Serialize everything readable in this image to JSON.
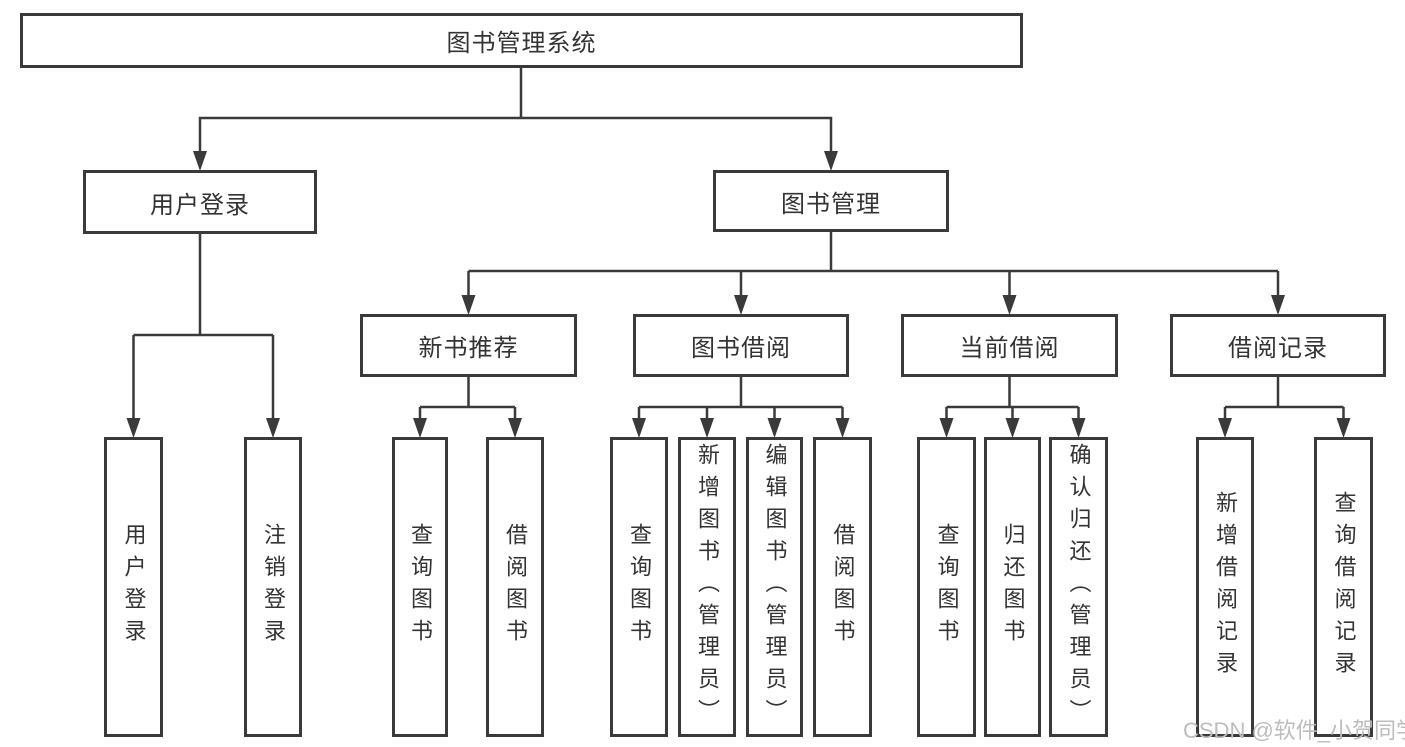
{
  "diagram": {
    "title": "图书管理系统",
    "watermark": "CSDN @软件_小贺同学",
    "colors": {
      "line": "#3a3a3a",
      "node_border": "#3a3a3a",
      "node_text": "#333333",
      "node_fill": "#ffffff",
      "watermark_text": "#bdbdbd",
      "background": "#ffffff"
    },
    "nodes": {
      "root": {
        "label": "图书管理系统"
      },
      "user_login": {
        "label": "用户登录"
      },
      "book_mgmt": {
        "label": "图书管理"
      },
      "new_book_rec": {
        "label": "新书推荐"
      },
      "book_borrow": {
        "label": "图书借阅"
      },
      "current_borrow": {
        "label": "当前借阅"
      },
      "borrow_records": {
        "label": "借阅记录"
      },
      "leaf_user_login": {
        "label": "用户登录"
      },
      "leaf_logout": {
        "label": "注销登录"
      },
      "leaf_nbr_query_book": {
        "label": "查询图书"
      },
      "leaf_nbr_borrow_book": {
        "label": "借阅图书"
      },
      "leaf_bb_query_book": {
        "label": "查询图书"
      },
      "leaf_bb_add_book": {
        "label": "新增图书（管理员）"
      },
      "leaf_bb_edit_book": {
        "label": "编辑图书（管理员）"
      },
      "leaf_bb_borrow_book": {
        "label": "借阅图书"
      },
      "leaf_cb_query_book": {
        "label": "查询图书"
      },
      "leaf_cb_return_book": {
        "label": "归还图书"
      },
      "leaf_cb_confirm_return": {
        "label": "确认归还（管理员）"
      },
      "leaf_br_add_record": {
        "label": "新增借阅记录"
      },
      "leaf_br_query_record": {
        "label": "查询借阅记录"
      }
    },
    "hierarchy": {
      "图书管理系统": {
        "用户登录": [
          "用户登录",
          "注销登录"
        ],
        "图书管理": {
          "新书推荐": [
            "查询图书",
            "借阅图书"
          ],
          "图书借阅": [
            "查询图书",
            "新增图书（管理员）",
            "编辑图书（管理员）",
            "借阅图书"
          ],
          "当前借阅": [
            "查询图书",
            "归还图书",
            "确认归还（管理员）"
          ],
          "借阅记录": [
            "新增借阅记录",
            "查询借阅记录"
          ]
        }
      }
    }
  }
}
